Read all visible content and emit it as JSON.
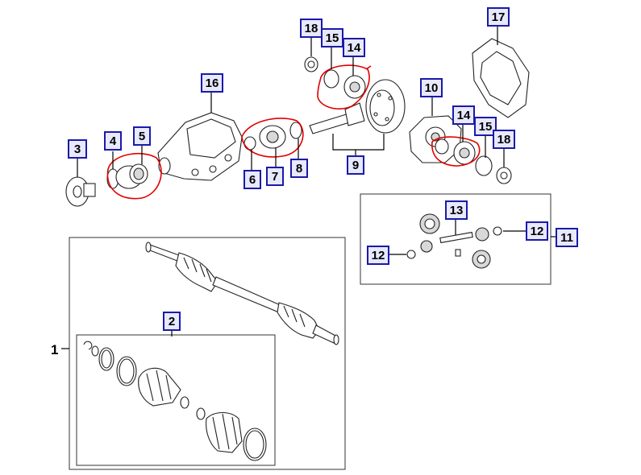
{
  "diagram": {
    "callouts": [
      {
        "id": "c3",
        "label": "3"
      },
      {
        "id": "c4",
        "label": "4"
      },
      {
        "id": "c5",
        "label": "5"
      },
      {
        "id": "c6",
        "label": "6"
      },
      {
        "id": "c7",
        "label": "7"
      },
      {
        "id": "c8",
        "label": "8"
      },
      {
        "id": "c9",
        "label": "9"
      },
      {
        "id": "c10",
        "label": "10"
      },
      {
        "id": "c11",
        "label": "11"
      },
      {
        "id": "c12a",
        "label": "12"
      },
      {
        "id": "c12b",
        "label": "12"
      },
      {
        "id": "c13",
        "label": "13"
      },
      {
        "id": "c14a",
        "label": "14"
      },
      {
        "id": "c14b",
        "label": "14"
      },
      {
        "id": "c15a",
        "label": "15"
      },
      {
        "id": "c15b",
        "label": "15"
      },
      {
        "id": "c16",
        "label": "16"
      },
      {
        "id": "c17",
        "label": "17"
      },
      {
        "id": "c18a",
        "label": "18"
      },
      {
        "id": "c18b",
        "label": "18"
      },
      {
        "id": "c2",
        "label": "2"
      }
    ],
    "plain_label": "1",
    "colors": {
      "callout_fill": "#1a1aa8",
      "callout_text": "#000000",
      "callout_fill_light": "#e8e8ff",
      "markup": "#e00000"
    }
  }
}
